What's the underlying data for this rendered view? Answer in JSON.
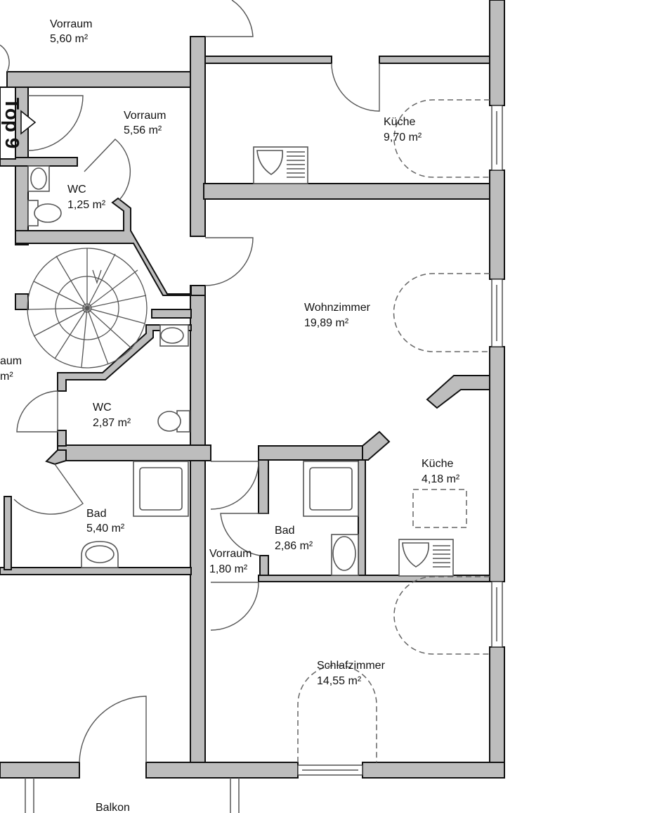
{
  "plan": {
    "unit_label": "Top 9",
    "rooms": [
      {
        "id": "vorraum-top",
        "name": "Vorraum",
        "area": "5,60 m²"
      },
      {
        "id": "vorraum-2",
        "name": "Vorraum",
        "area": "5,56 m²"
      },
      {
        "id": "kueche-1",
        "name": "Küche",
        "area": "9,70 m²"
      },
      {
        "id": "wc-1",
        "name": "WC",
        "area": "1,25 m²"
      },
      {
        "id": "wohnzimmer",
        "name": "Wohnzimmer",
        "area": "19,89 m²"
      },
      {
        "id": "wc-2",
        "name": "WC",
        "area": "2,87 m²"
      },
      {
        "id": "kueche-2",
        "name": "Küche",
        "area": "4,18 m²"
      },
      {
        "id": "bad-1",
        "name": "Bad",
        "area": "5,40 m²"
      },
      {
        "id": "bad-2",
        "name": "Bad",
        "area": "2,86 m²"
      },
      {
        "id": "vorraum-3",
        "name": "Vorraum",
        "area": "1,80 m²"
      },
      {
        "id": "schlafzimmer",
        "name": "Schlafzimmer",
        "area": "14,55 m²"
      }
    ],
    "cut_off_room": {
      "name_fragment": "aum",
      "area_fragment": "m²"
    },
    "balkon_label": "Balkon"
  }
}
